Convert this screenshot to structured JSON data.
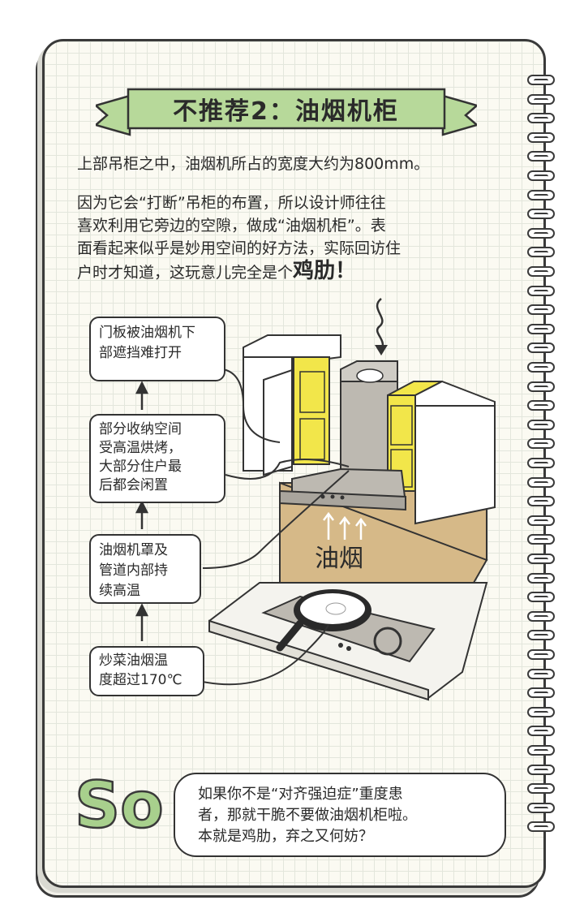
{
  "title": "不推荐2：油烟机柜",
  "intro": "上部吊柜之中，油烟机所占的宽度大约为800mm。",
  "paragraph": {
    "line1": "因为它会“打断”吊柜的布置，所以设计师往往",
    "line2": "喜欢利用它旁边的空隙，做成“油烟机柜”。表",
    "line3": "面看起来似乎是妙用空间的好方法，实际回访住",
    "line4_prefix": "户时才知道，这玩意儿完全是个",
    "line4_emphasis": "鸡肋！"
  },
  "labels": {
    "box1": {
      "line1": "门板被油烟机下",
      "line2": "部遮挡难打开"
    },
    "box2": {
      "line1": "部分收纳空间",
      "line2": "受高温烘烤，",
      "line3": "大部分住户最",
      "line4": "后都会闲置"
    },
    "box3": {
      "line1": "油烟机罩及",
      "line2": "管道内部持",
      "line3": "续高温"
    },
    "box4": {
      "line1": "炒菜油烟温",
      "line2": "度超过170℃"
    }
  },
  "smoke_label": "油烟",
  "so_word": "So",
  "conclusion": {
    "line1": "如果你不是“对齐强迫症”重度患",
    "line2": "者，那就干脆不要做油烟机柜啦。",
    "line3": "本就是鸡肋，弃之又何妨？"
  },
  "colors": {
    "banner_green": "#b7d99a",
    "cabinet_yellow": "#f2e64a",
    "wall_tan": "#d6b988",
    "hood_gray": "#bdb9b1",
    "so_green": "#a8d08d"
  }
}
